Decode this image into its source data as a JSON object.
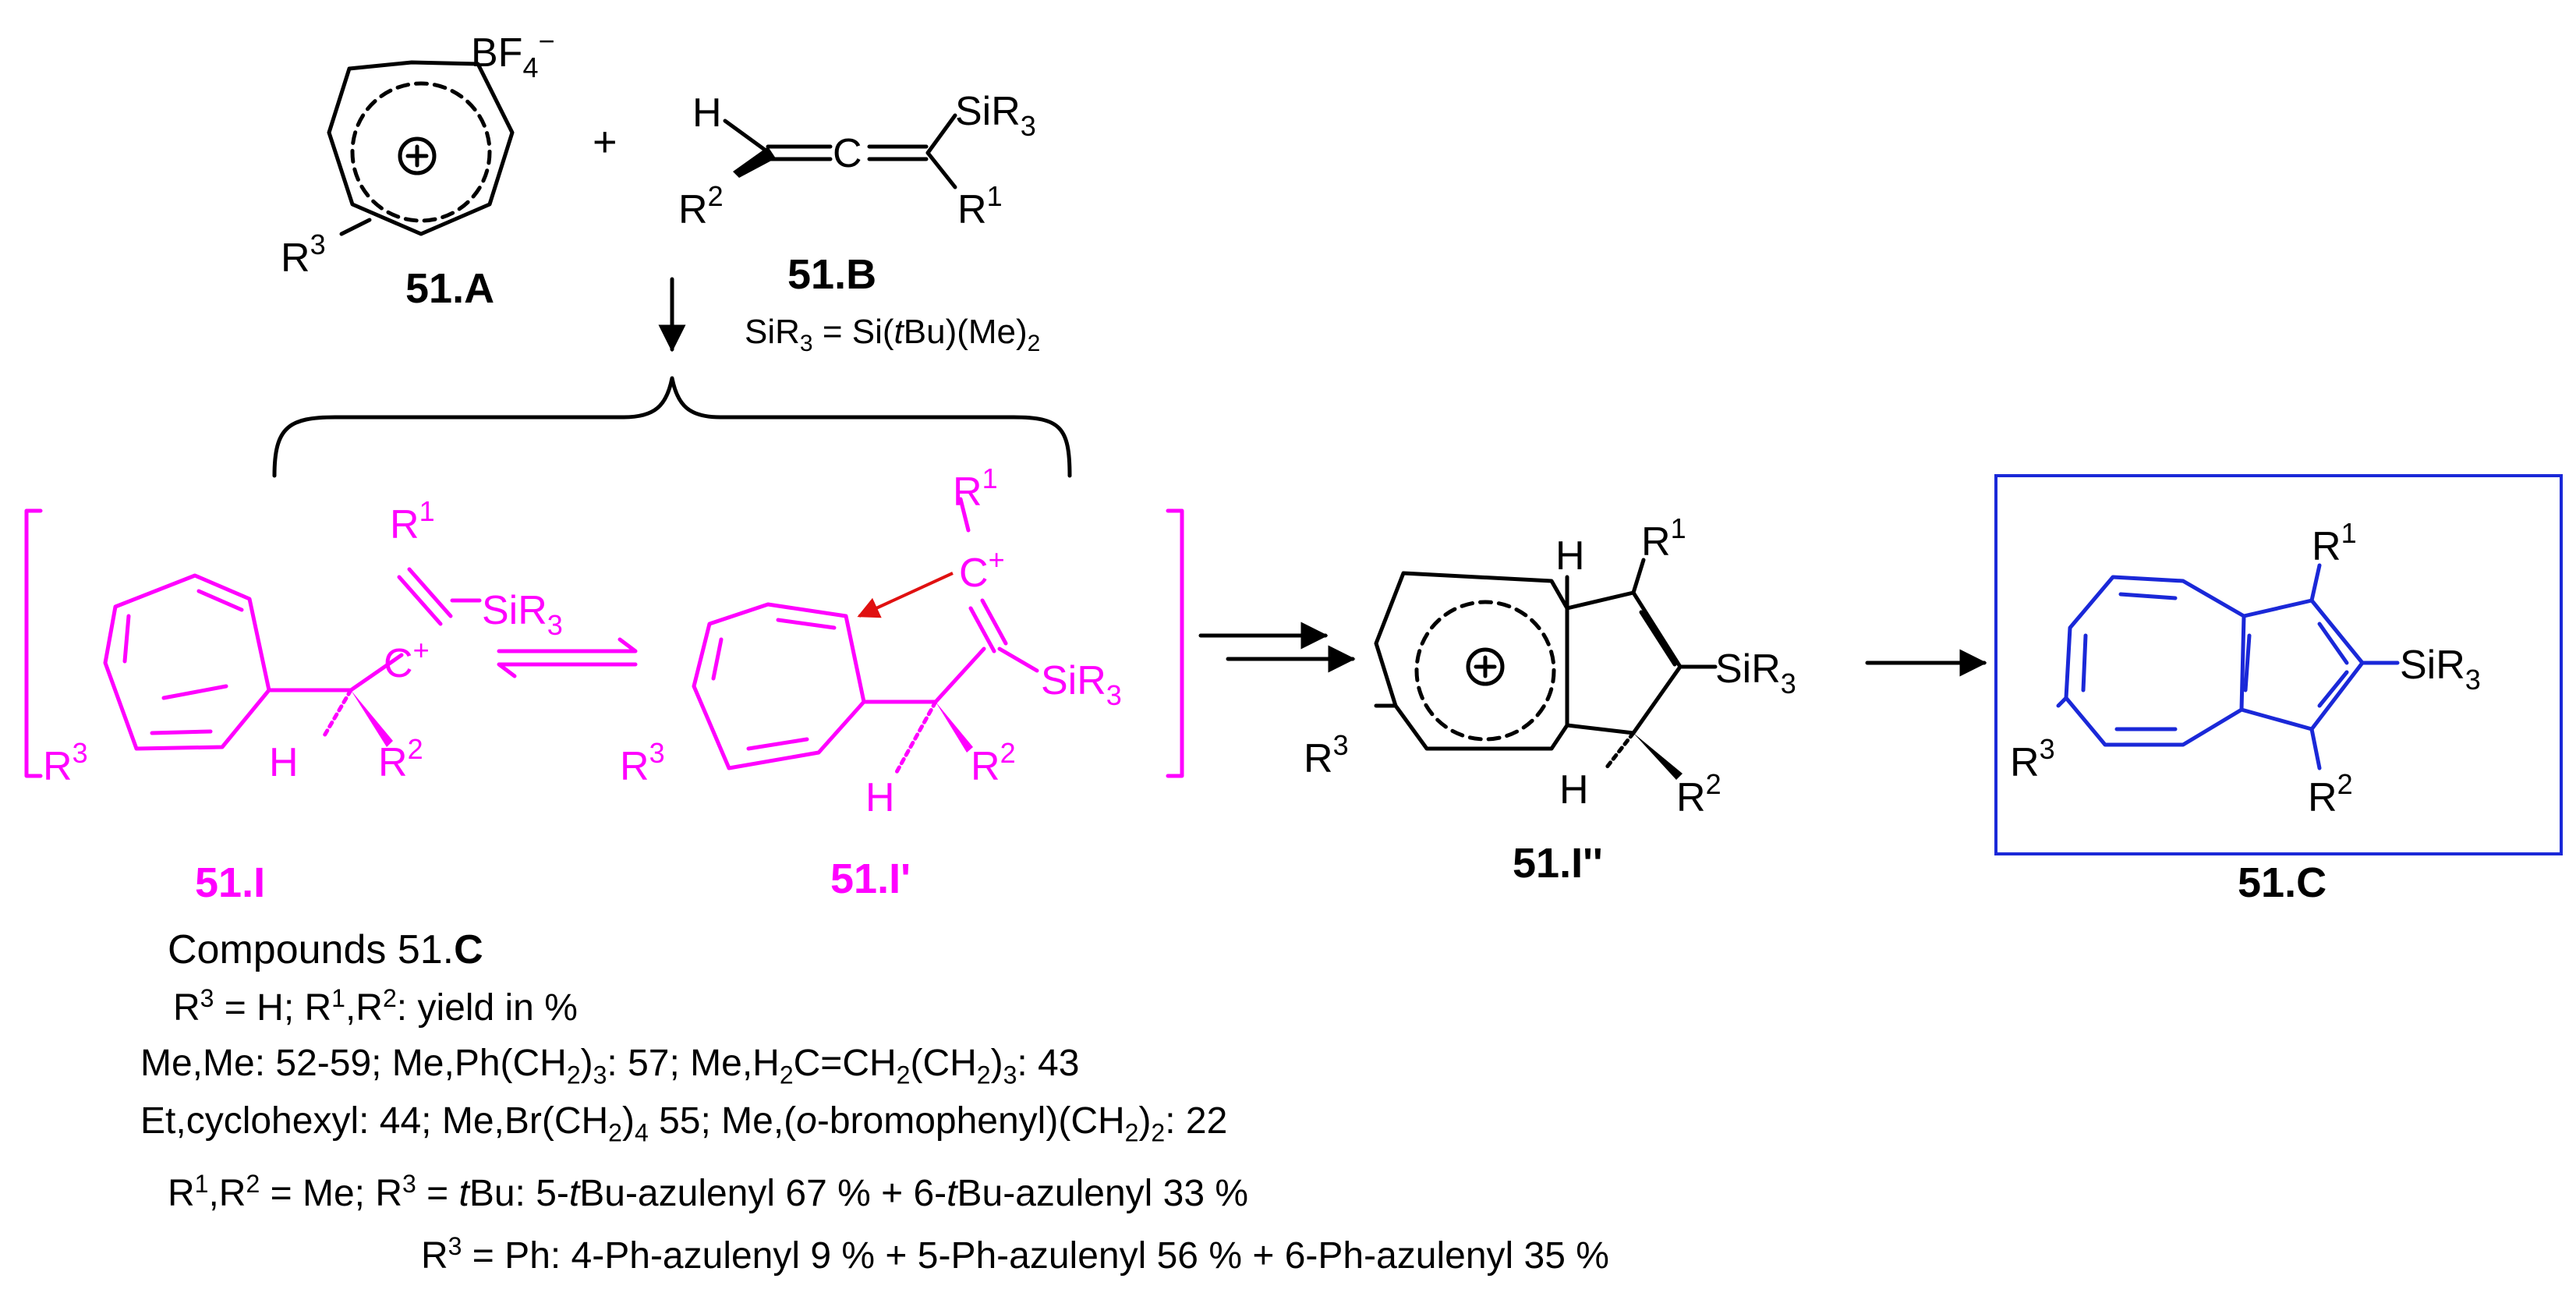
{
  "labels": {
    "bf4": "BF",
    "bf4_sub": "4",
    "bf4_sup": "−",
    "plus": "+",
    "plus_charge": "+",
    "H": "H",
    "C": "C",
    "SiR": "SiR",
    "sub3": "3",
    "R": "R",
    "sup1": "1",
    "sup2": "2",
    "sup3": "3",
    "cation": "C",
    "cation_sup": "+",
    "cmpd_A": "51.A",
    "cmpd_B": "51.B",
    "cmpd_I": "51.I",
    "cmpd_Ip": "51.I'",
    "cmpd_Ipp": "51.I''",
    "cmpd_C": "51.C",
    "sir3_def_a": "SiR",
    "sir3_def_b": " = Si(",
    "sir3_def_t": "t",
    "sir3_def_c": "Bu)(Me)",
    "sir3_def_sub": "2"
  },
  "footnote": {
    "title_a": "Compounds ",
    "title_b": "51.",
    "title_c": "C",
    "l1_a": "R",
    "l1_b": " = H; R",
    "l1_c": ",R",
    "l1_d": ": yield in %",
    "l2": [
      "Me,Me: 52-59; Me,Ph(CH",
      ")",
      ": 57; Me,H",
      "C=CH",
      "(CH",
      ")",
      ": 43"
    ],
    "l3": [
      "Et,cyclohexyl: 44; Me,Br(CH",
      ")",
      " 55; Me,(",
      "o",
      "-bromophenyl)(CH",
      ")",
      ": 22"
    ],
    "l4": [
      "R",
      ",R",
      " = Me; R",
      " = ",
      "t",
      "Bu: 5-",
      "t",
      "Bu-azulenyl 67 % + 6-",
      "t",
      "Bu-azulenyl 33 %"
    ],
    "l5": [
      "R",
      " = Ph: 4-Ph-azulenyl 9 % + 5-Ph-azulenyl 56 % + 6-Ph-azulenyl 35 %"
    ],
    "n1": "1",
    "n2": "2",
    "n3": "3",
    "n4": "4"
  },
  "colors": {
    "intermediate": "#ff00ff",
    "product_box": "#1a28d8",
    "arrow_red": "#e01010"
  }
}
